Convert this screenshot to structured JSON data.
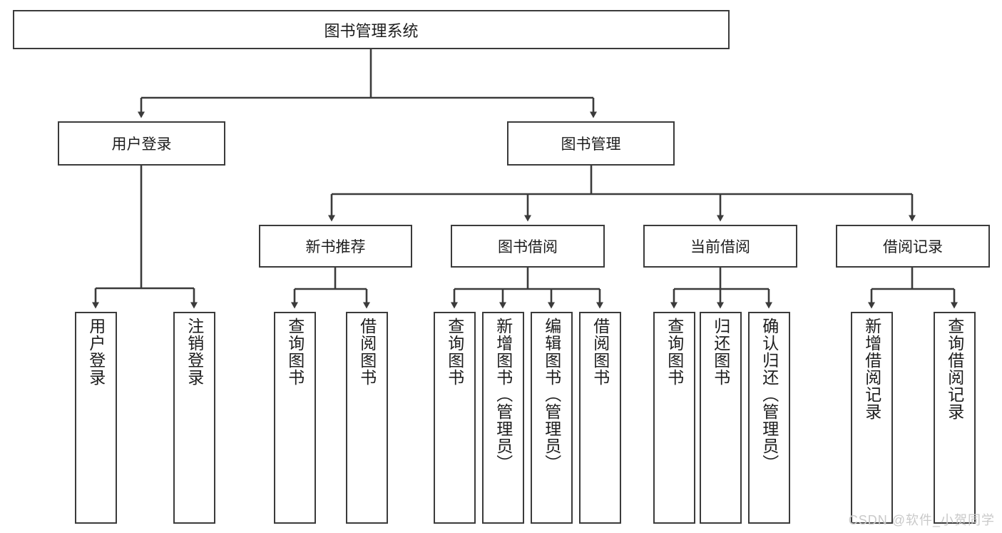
{
  "diagram": {
    "type": "tree",
    "title": "图书管理系统",
    "orientation": "top-down",
    "colors": {
      "node_border": "#3b3b3b",
      "node_fill": "#ffffff",
      "edge": "#3b3b3b",
      "text": "#1d1d1d",
      "background": "#ffffff",
      "watermark": "#c9c9c9"
    }
  },
  "nodes": {
    "root": {
      "label": "图书管理系统"
    },
    "level2": [
      {
        "label": "用户登录"
      },
      {
        "label": "图书管理"
      }
    ],
    "level3": [
      {
        "label": "新书推荐"
      },
      {
        "label": "图书借阅"
      },
      {
        "label": "当前借阅"
      },
      {
        "label": "借阅记录"
      }
    ],
    "leaves": {
      "user_login": [
        {
          "label": "用户登录"
        },
        {
          "label": "注销登录"
        }
      ],
      "new_book_recommend": [
        {
          "label": "查询图书"
        },
        {
          "label": "借阅图书"
        }
      ],
      "book_borrow": [
        {
          "label": "查询图书"
        },
        {
          "label": "新增图书（管理员）"
        },
        {
          "label": "编辑图书（管理员）"
        },
        {
          "label": "借阅图书"
        }
      ],
      "current_borrow": [
        {
          "label": "查询图书"
        },
        {
          "label": "归还图书"
        },
        {
          "label": "确认归还（管理员）"
        }
      ],
      "borrow_record": [
        {
          "label": "新增借阅记录"
        },
        {
          "label": "查询借阅记录"
        }
      ]
    }
  },
  "watermark": {
    "text": "CSDN @软件_小贺同学"
  }
}
